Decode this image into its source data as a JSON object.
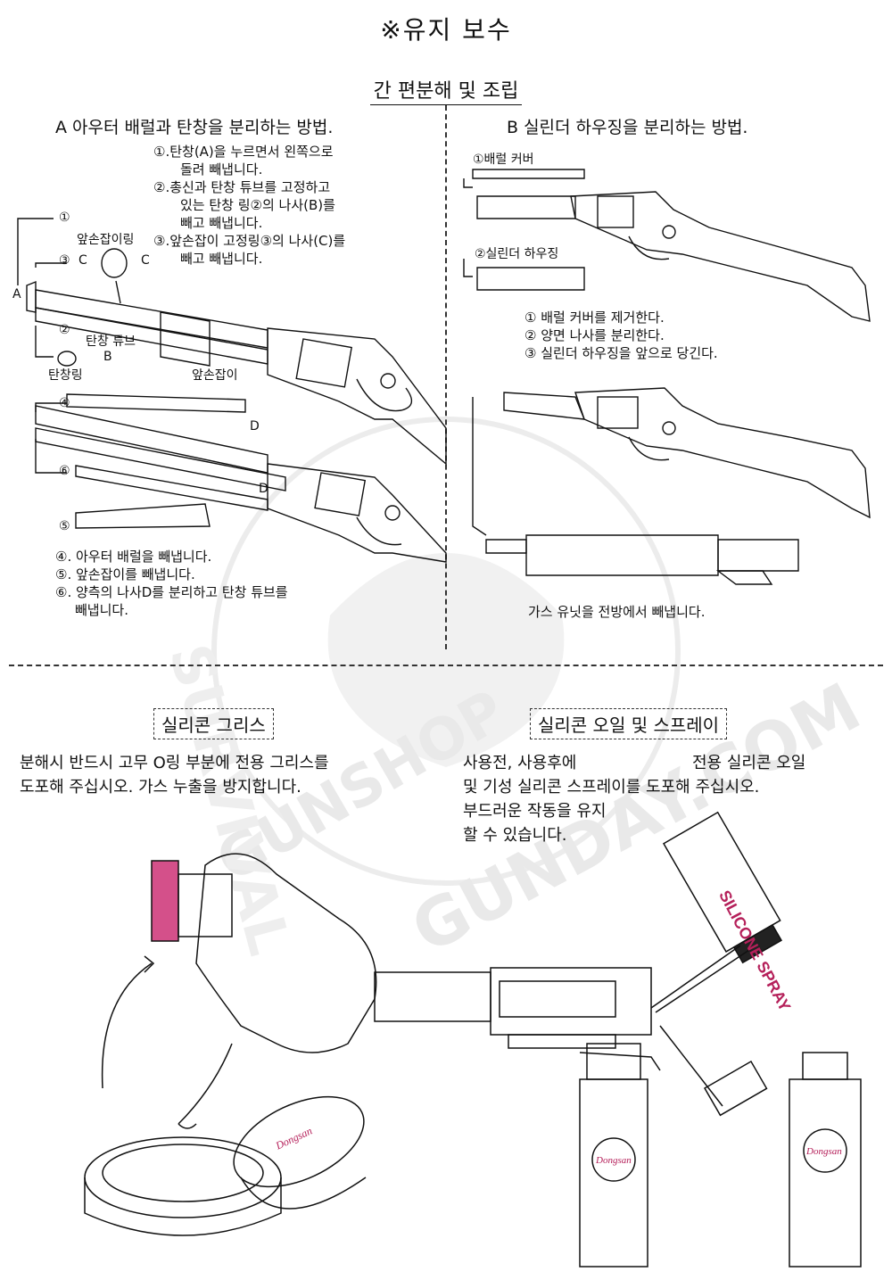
{
  "title": "※유지 보수",
  "subtitle": "간 편분해 및 조립",
  "sectionA": {
    "heading": "A 아우터 배럴과 탄창을 분리하는 방법.",
    "steps": [
      "①.탄창(A)을 누르면서 왼쪽으로",
      "돌려 빼냅니다.",
      "②.총신과 탄창 튜브를 고정하고",
      "있는 탄창 링②의 나사(B)를",
      "빼고 빼냅니다.",
      "③.앞손잡이 고정링③의 나사(C)를",
      "빼고 빼냅니다."
    ],
    "labels": {
      "circle1": "①",
      "forend_ring": "앞손잡이링",
      "circle3": "③",
      "c_left": "C",
      "c_right": "C",
      "A": "A",
      "circle2": "②",
      "mag_tube": "탄창 튜브",
      "B": "B",
      "mag_ring": "탄창링",
      "forend": "앞손잡이",
      "circle4": "④",
      "D1": "D",
      "D2": "D",
      "circle6": "⑥",
      "circle5": "⑤"
    },
    "steps2": [
      "④. 아우터 배럴을 빼냅니다.",
      "⑤. 앞손잡이를 빼냅니다.",
      "⑥. 양측의 나사D를 분리하고 탄창 튜브를",
      "빼냅니다."
    ]
  },
  "sectionB": {
    "heading": "B 실린더 하우징을 분리하는 방법.",
    "labels": {
      "barrel_cover": "①배럴 커버",
      "cylinder_housing": "②실린더 하우징"
    },
    "steps": [
      "① 배럴 커버를 제거한다.",
      "② 양면 나사를 분리한다.",
      "③ 실린더 하우징을 앞으로 당긴다."
    ],
    "gas_unit": "가스 유닛을 전방에서 빼냅니다."
  },
  "grease": {
    "heading": "실리콘 그리스",
    "lines": [
      "분해시 반드시 고무 O링 부분에 전용 그리스를",
      "도포해 주십시오. 가스 누출을 방지합니다."
    ],
    "brand": "Dongsan"
  },
  "oil": {
    "heading": "실리콘 오일 및 스프레이",
    "line1a": "사용전, 사용후에",
    "line1b": "전용 실리콘 오일",
    "lines": [
      "및 기성 실리콘 스프레이를 도포해 주십시오.",
      "부드러운 작동을 유지",
      "할 수 있습니다."
    ],
    "spray_label": "SILICONE SPRAY",
    "brand": "Dongsan"
  },
  "watermark": {
    "left": "SURVIVAL",
    "middle": "GUNSHOP",
    "right": "GUNDAY.COM"
  },
  "colors": {
    "accent": "#d4508a",
    "ink": "#111111",
    "watermark": "#e6e6e6"
  }
}
